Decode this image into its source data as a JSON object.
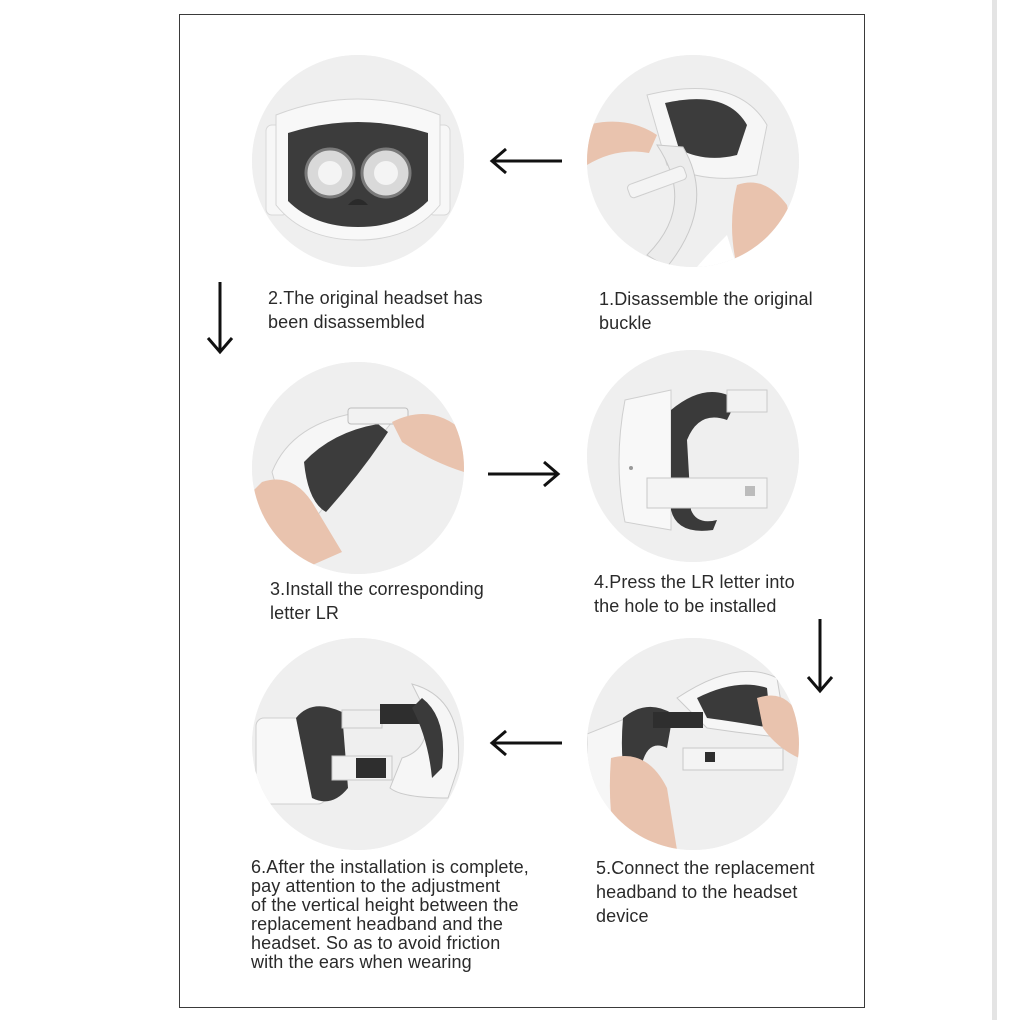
{
  "steps": [
    {
      "id": 1,
      "caption": "1.Disassemble the original\n   buckle"
    },
    {
      "id": 2,
      "caption": "2.The original headset has\n   been disassembled"
    },
    {
      "id": 3,
      "caption": "3.Install the corresponding\n   letter LR"
    },
    {
      "id": 4,
      "caption": "4.Press the LR letter into\n   the hole to be installed"
    },
    {
      "id": 5,
      "caption": "5.Connect the replacement\n   headband to the headset\n   device"
    },
    {
      "id": 6,
      "caption": "6.After the installation is complete,\n   pay attention to the adjustment\n   of the vertical height between the\n   replacement headband and the\n   headset. So as to avoid friction\n   with the ears when wearing"
    }
  ],
  "arrows": [
    {
      "name": "arrow-step1-to-step2",
      "direction": "left"
    },
    {
      "name": "arrow-step2-to-step3",
      "direction": "down"
    },
    {
      "name": "arrow-step3-to-step4",
      "direction": "right"
    },
    {
      "name": "arrow-step4-to-step5",
      "direction": "down"
    },
    {
      "name": "arrow-step5-to-step6",
      "direction": "left"
    }
  ],
  "colors": {
    "frame": "#3a3a3a",
    "headset_white": "#f2f2f2",
    "foam_dark": "#3b3b3b",
    "skin": "#e9c3ae",
    "arrow": "#111111"
  }
}
